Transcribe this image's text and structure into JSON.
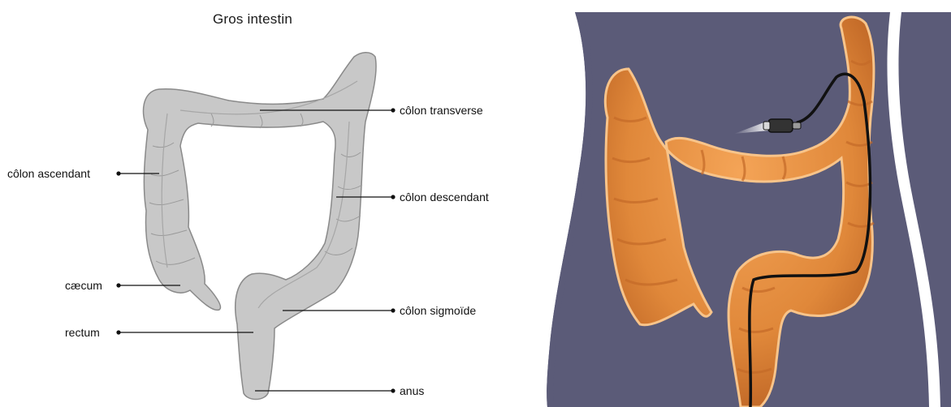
{
  "diagram": {
    "title": "Gros intestin",
    "labels": {
      "colon_transverse": "côlon transverse",
      "colon_ascendant": "côlon ascendant",
      "colon_descendant": "côlon descendant",
      "caecum": "cæcum",
      "colon_sigmoide": "côlon sigmoïde",
      "rectum": "rectum",
      "anus": "anus"
    }
  },
  "colors": {
    "intestine_fill": "#c8c8c8",
    "intestine_outline": "#8a8a8a",
    "leader_lines": "#111111",
    "torso_background": "#5b5b78",
    "colon_orange": "#e0883a",
    "colon_highlight": "#f5b26a",
    "endoscope_cable": "#111111",
    "body_outline": "#ffffff"
  },
  "illustrations": {
    "left": "large-intestine-anatomy",
    "right": "colonoscopy-endoscope-in-colon"
  }
}
